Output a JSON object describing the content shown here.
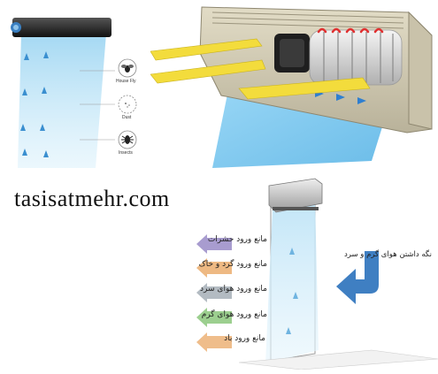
{
  "left_panel": {
    "labels": {
      "housefly": "House Fly",
      "dust": "Dust",
      "insects": "Insects"
    }
  },
  "site": {
    "label": "tasisatmehr.com"
  },
  "bottom_panel": {
    "benefits": [
      "مانع ورود حشرات",
      "مانع ورود گرد و خاک",
      "مانع ورود هوای سرد",
      "مانع ورود هوای گرم",
      "مانع ورود باد"
    ],
    "keep_label": "نگه داشتن هوای گرم و سرد"
  },
  "colors": {
    "arrow_purple": "#8b7bbf",
    "arrow_orange": "#e8a15a",
    "arrow_gray": "#9aa4ad",
    "arrow_green": "#7bbf6a",
    "arrow_blue": "#3f7fc2",
    "unit_beige": "#cfc8b2",
    "air_blue": "#7ec8ef",
    "flap_yellow": "#f3dc3c"
  },
  "icons": {
    "housefly": "housefly-icon",
    "dust": "dust-icon",
    "insects": "insects-icon"
  }
}
